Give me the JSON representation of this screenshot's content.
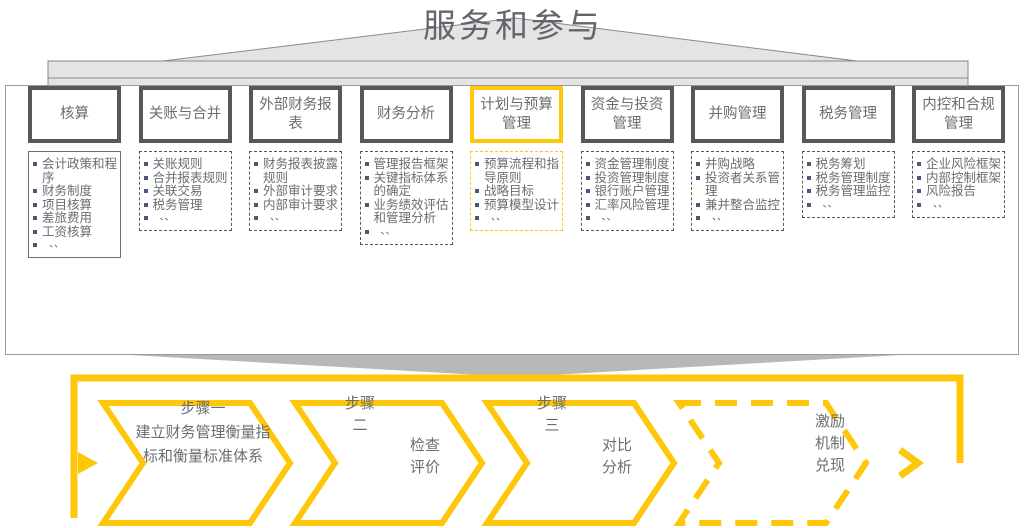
{
  "banner": {
    "title": "服务和参与",
    "fill": "#e4e4e4",
    "stroke": "#8a8a8a"
  },
  "theme": {
    "accent_yellow": "#ffc709",
    "dark_gray": "#58585a",
    "text_gray": "#6a6d72",
    "connector_gray": "#b8b8b8"
  },
  "panel": {
    "columns": [
      {
        "title": "核算",
        "highlighted": false,
        "body_border": "solid",
        "items": [
          "会计政策和程序",
          "财务制度",
          "项目核算",
          "差旅费用",
          "工资核算"
        ],
        "tail": "、、"
      },
      {
        "title": "关账与合并",
        "highlighted": false,
        "body_border": "dashed",
        "items": [
          "关账规则",
          "合并报表规则",
          "关联交易",
          "税务管理"
        ],
        "tail": "、、"
      },
      {
        "title": "外部财务报表",
        "highlighted": false,
        "body_border": "dashed",
        "items": [
          "财务报表披露规则",
          "外部审计要求",
          "内部审计要求"
        ],
        "tail": "、、"
      },
      {
        "title": "财务分析",
        "highlighted": false,
        "body_border": "dashed",
        "items": [
          "管理报告框架",
          "关键指标体系的确定",
          "业务绩效评估和管理分析"
        ],
        "tail": "、、"
      },
      {
        "title": "计划与预算管理",
        "highlighted": true,
        "body_border": "dashed",
        "items": [
          "预算流程和指导原则",
          "战略目标",
          "预算模型设计"
        ],
        "tail": "、、"
      },
      {
        "title": "资金与投资管理",
        "highlighted": false,
        "body_border": "dashed",
        "items": [
          "资金管理制度",
          "投资管理制度",
          "银行账户管理",
          "汇率风险管理"
        ],
        "tail": "、、"
      },
      {
        "title": "并购管理",
        "highlighted": false,
        "body_border": "dashed",
        "items": [
          "并购战略",
          "投资者关系管理",
          "兼并整合监控"
        ],
        "tail": "、、"
      },
      {
        "title": "税务管理",
        "highlighted": false,
        "body_border": "dashed",
        "items": [
          "税务筹划",
          "税务管理制度",
          "税务管理监控"
        ],
        "tail": "、、"
      },
      {
        "title": "内控和合规管理",
        "highlighted": false,
        "body_border": "dashed",
        "items": [
          "企业风险框架",
          "内部控制框架",
          "风险报告"
        ],
        "tail": "、、"
      }
    ]
  },
  "flow": {
    "steps": [
      {
        "primary": "步骤一",
        "secondary": "建立财务管理衡量指\n标和衡量标准体系",
        "style": "solid"
      },
      {
        "primary": "步骤\n二",
        "secondary": "检查\n评价",
        "style": "solid"
      },
      {
        "primary": "步骤\n三",
        "secondary": "对比\n分析",
        "style": "solid"
      },
      {
        "primary": "",
        "secondary": "激励\n机制\n兑现",
        "style": "dashed"
      }
    ]
  }
}
